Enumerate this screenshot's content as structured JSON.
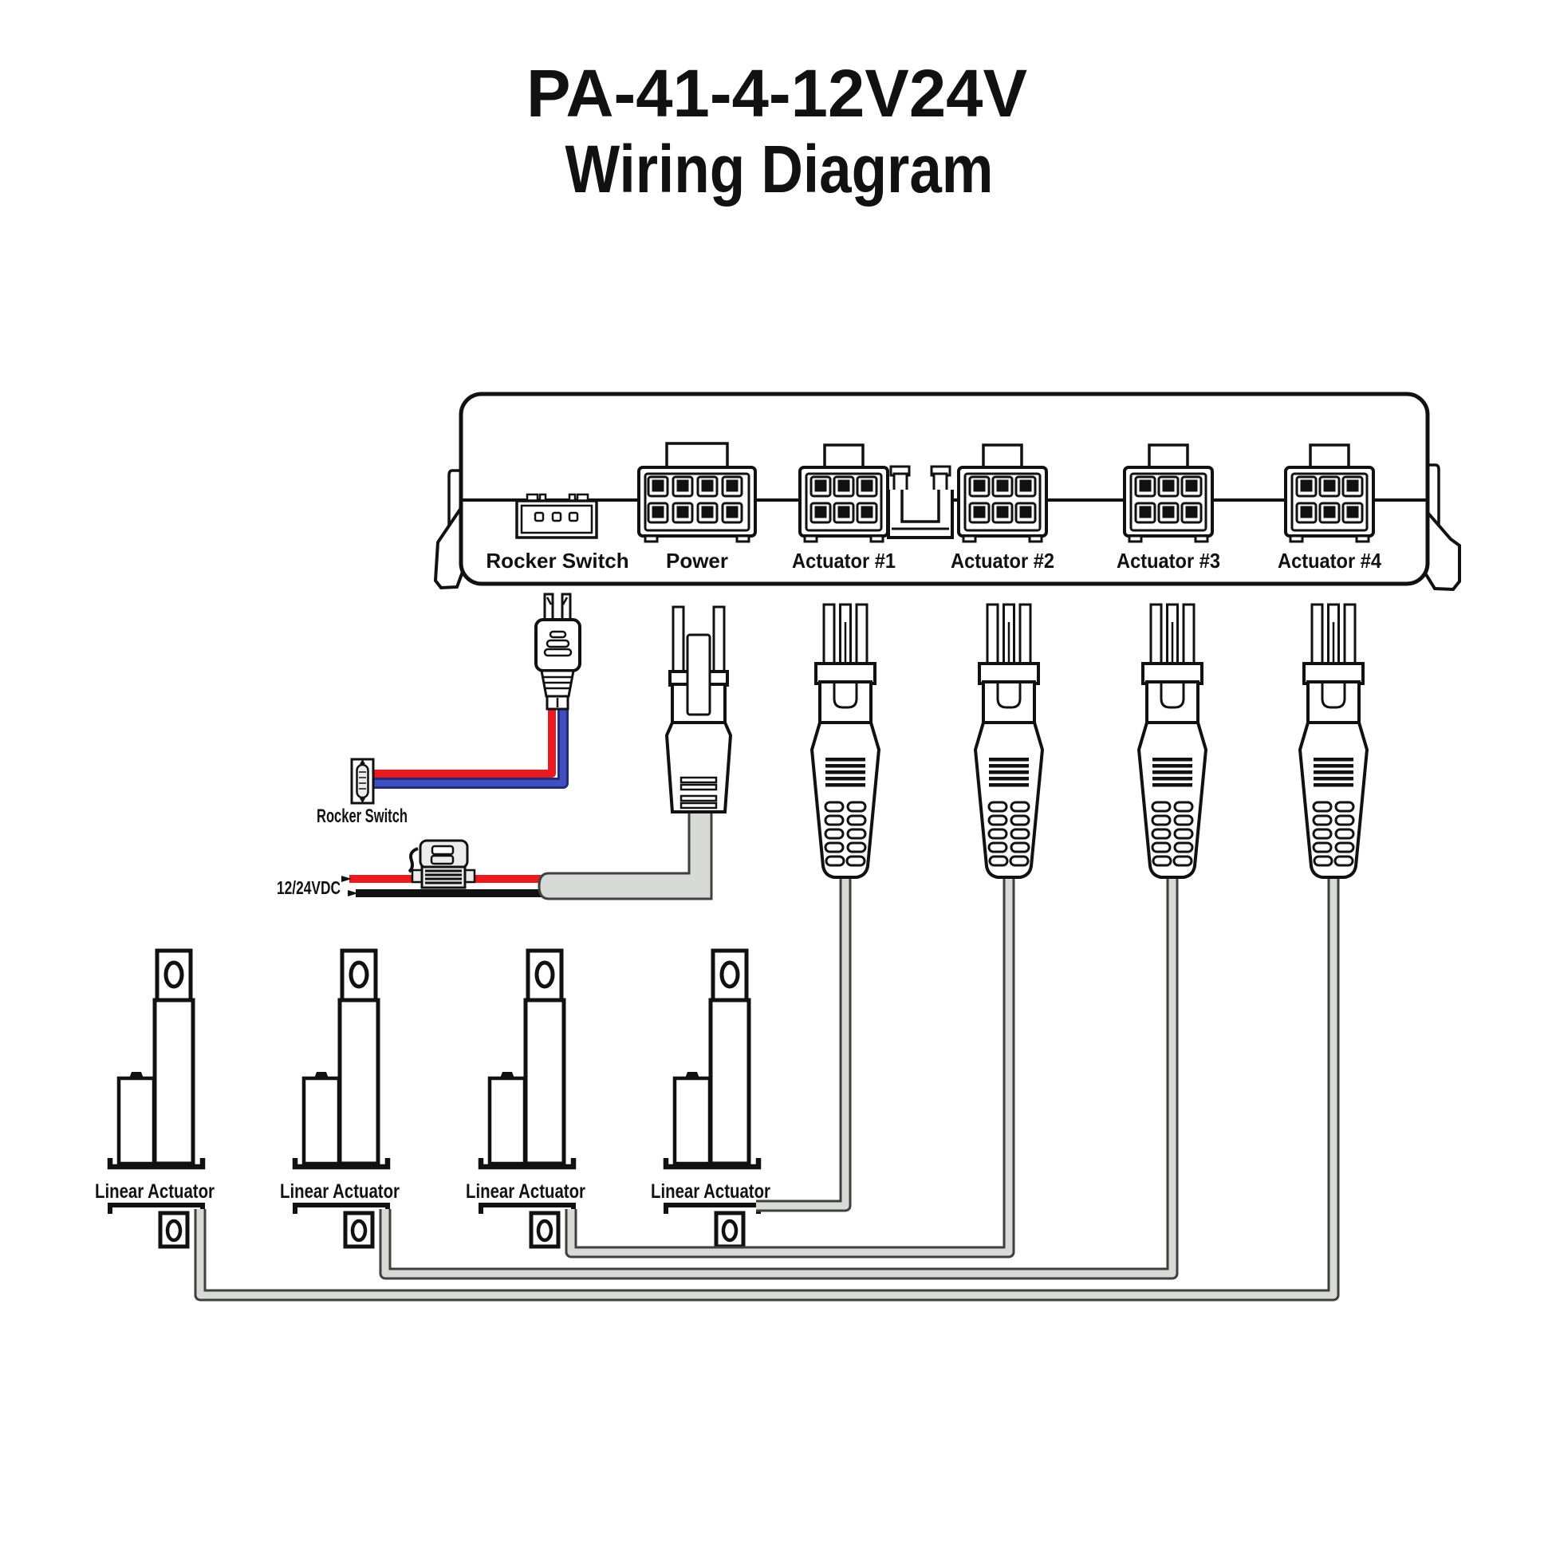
{
  "title": {
    "line1": "PA-41-4-12V24V",
    "line2": "Wiring Diagram"
  },
  "control_box": {
    "ports": [
      {
        "label": "Rocker Switch"
      },
      {
        "label": "Power"
      },
      {
        "label": "Actuator #1"
      },
      {
        "label": "Actuator #2"
      },
      {
        "label": "Actuator #3"
      },
      {
        "label": "Actuator #4"
      }
    ]
  },
  "peripherals": {
    "rocker_switch_label": "Rocker Switch",
    "power_input_label": "12/24VDC",
    "linear_actuators": [
      {
        "label": "Linear Actuator"
      },
      {
        "label": "Linear Actuator"
      },
      {
        "label": "Linear Actuator"
      },
      {
        "label": "Linear Actuator"
      }
    ]
  },
  "colors": {
    "ink": "#111111",
    "wire_red": "#e8191f",
    "wire_blue": "#4050c0",
    "wire_blue_dark": "#232b7c",
    "cable_fill": "#d8dad7",
    "cable_outline": "#3f3f3f",
    "component_fill": "#ececec"
  }
}
